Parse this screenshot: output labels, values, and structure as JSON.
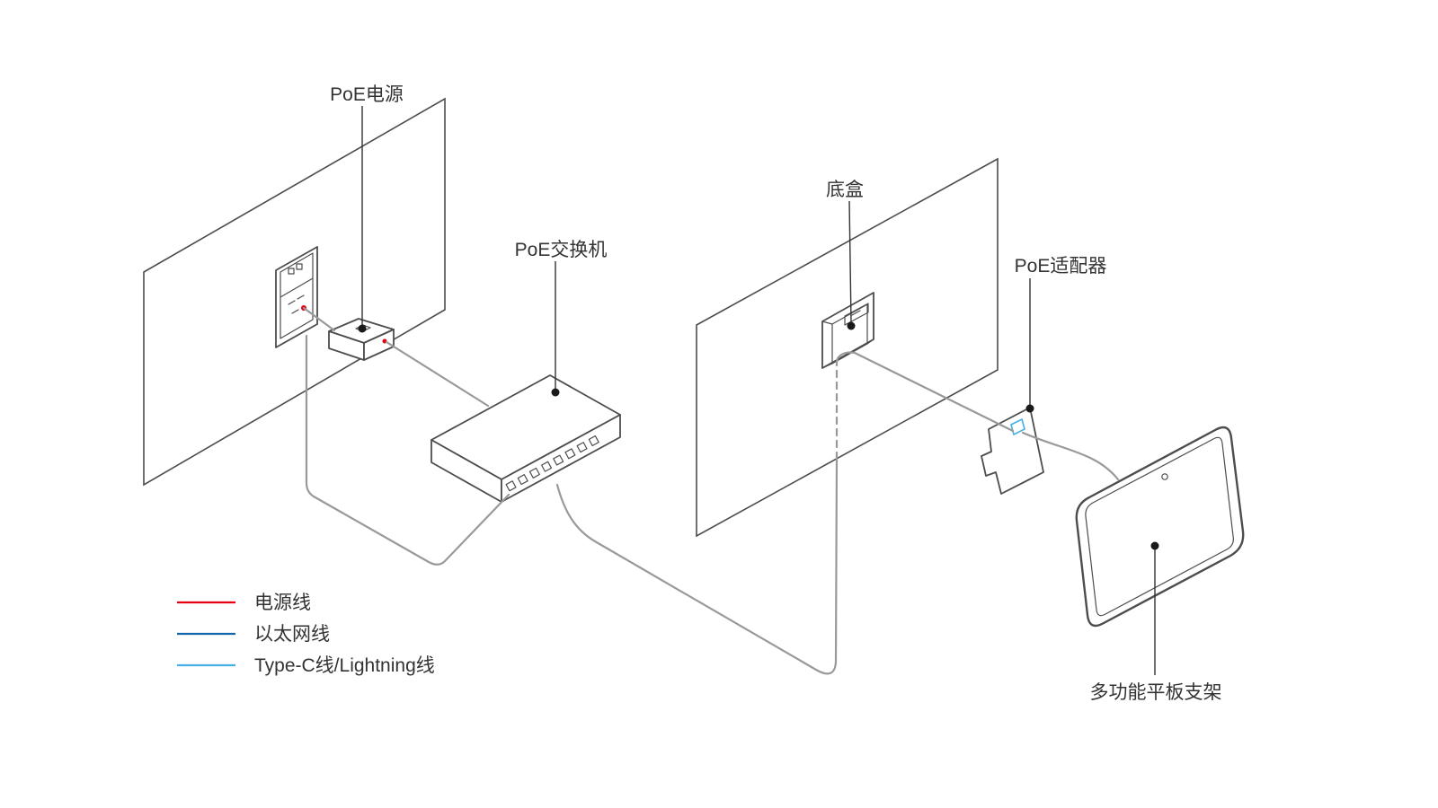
{
  "diagram": {
    "labels": {
      "poe_power": "PoE电源",
      "poe_switch": "PoE交换机",
      "wall_box": "底盒",
      "poe_adapter": "PoE适配器",
      "tablet_mount": "多功能平板支架"
    },
    "legend": [
      {
        "label": "电源线",
        "color": "#e60012"
      },
      {
        "label": "以太网线",
        "color": "#1565ab"
      },
      {
        "label": "Type-C线/Lightning线",
        "color": "#45b0e5"
      }
    ],
    "colors": {
      "power": "#e60012",
      "ethernet": "#1565ab",
      "typec": "#45b0e5",
      "outline": "#4d4d4d",
      "label_text": "#333333",
      "marker": "#1a1a1a"
    }
  }
}
